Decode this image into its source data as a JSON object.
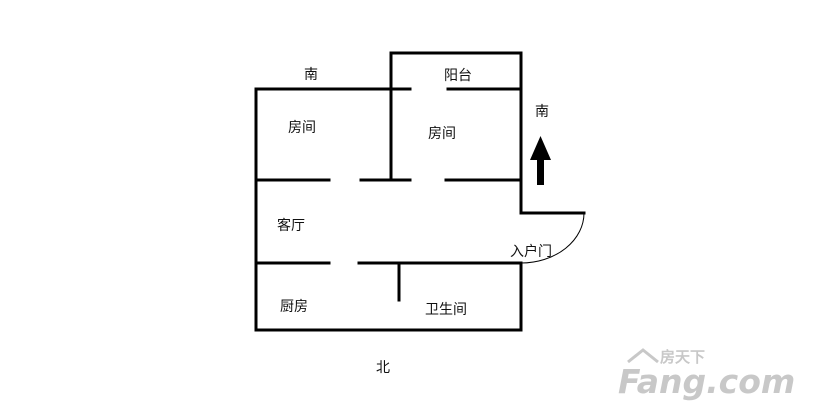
{
  "labels": {
    "south_top": "南",
    "south_right": "南",
    "north": "北",
    "balcony": "阳台",
    "room_left": "房间",
    "room_right": "房间",
    "living_room": "客厅",
    "entrance_door": "入户门",
    "kitchen": "厨房",
    "bathroom": "卫生间"
  },
  "watermark": {
    "cn": "房天下",
    "en": "Fang.com"
  },
  "colors": {
    "wall": "#000000",
    "watermark": "#c8c8c8"
  }
}
